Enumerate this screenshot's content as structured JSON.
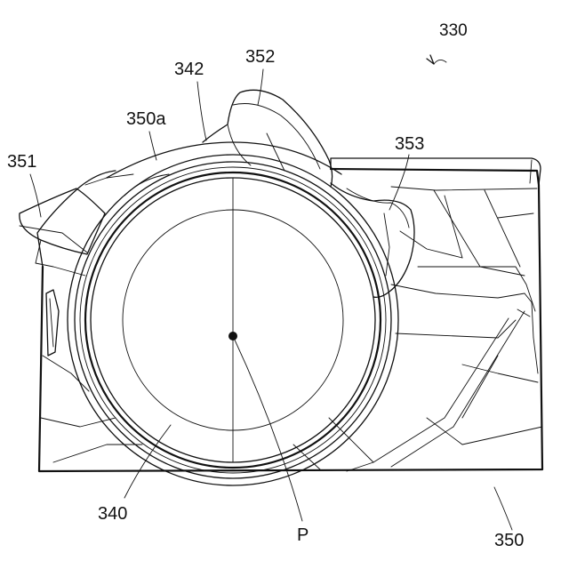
{
  "figure": {
    "ref_numeral": "330",
    "labels": {
      "l342": "342",
      "l352": "352",
      "l350a": "350a",
      "l351": "351",
      "l353": "353",
      "l340": "340",
      "lP": "P",
      "l350": "350"
    }
  }
}
